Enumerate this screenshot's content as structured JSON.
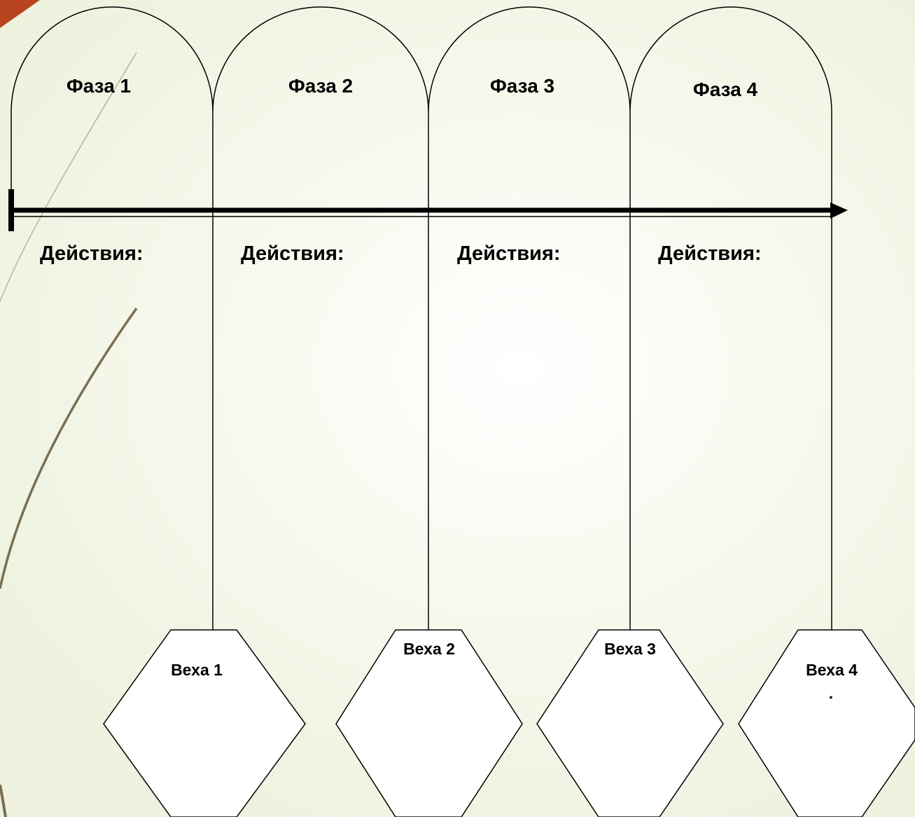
{
  "phases": [
    {
      "title": "Фаза 1",
      "actions_label": "Действия:"
    },
    {
      "title": "Фаза 2",
      "actions_label": "Действия:"
    },
    {
      "title": "Фаза 3",
      "actions_label": "Действия:"
    },
    {
      "title": "Фаза 4",
      "actions_label": "Действия:"
    }
  ],
  "milestones": [
    {
      "label": "Веха 1",
      "note": ""
    },
    {
      "label": "Веха 2",
      "note": ""
    },
    {
      "label": "Веха 3",
      "note": ""
    },
    {
      "label": "Веха 4",
      "note": "."
    }
  ],
  "colors": {
    "corner_accent": "#b8431f",
    "curve_stroke": "#7a6f52",
    "line": "#000000",
    "milestone_fill": "#ffffff"
  }
}
